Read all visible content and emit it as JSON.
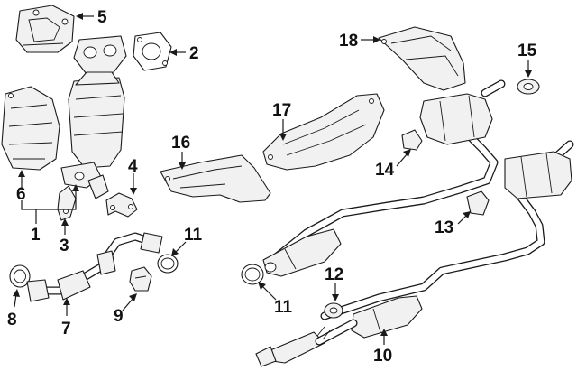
{
  "diagram": {
    "callouts": [
      {
        "id": "c5",
        "number": "5"
      },
      {
        "id": "c2",
        "number": "2"
      },
      {
        "id": "c6",
        "number": "6"
      },
      {
        "id": "c1",
        "number": "1"
      },
      {
        "id": "c3",
        "number": "3"
      },
      {
        "id": "c4",
        "number": "4"
      },
      {
        "id": "c16",
        "number": "16"
      },
      {
        "id": "c17",
        "number": "17"
      },
      {
        "id": "c18",
        "number": "18"
      },
      {
        "id": "c15",
        "number": "15"
      },
      {
        "id": "c14",
        "number": "14"
      },
      {
        "id": "c13",
        "number": "13"
      },
      {
        "id": "c11a",
        "number": "11"
      },
      {
        "id": "c11b",
        "number": "11"
      },
      {
        "id": "c12",
        "number": "12"
      },
      {
        "id": "c8",
        "number": "8"
      },
      {
        "id": "c7",
        "number": "7"
      },
      {
        "id": "c9",
        "number": "9"
      },
      {
        "id": "c10",
        "number": "10"
      }
    ]
  }
}
